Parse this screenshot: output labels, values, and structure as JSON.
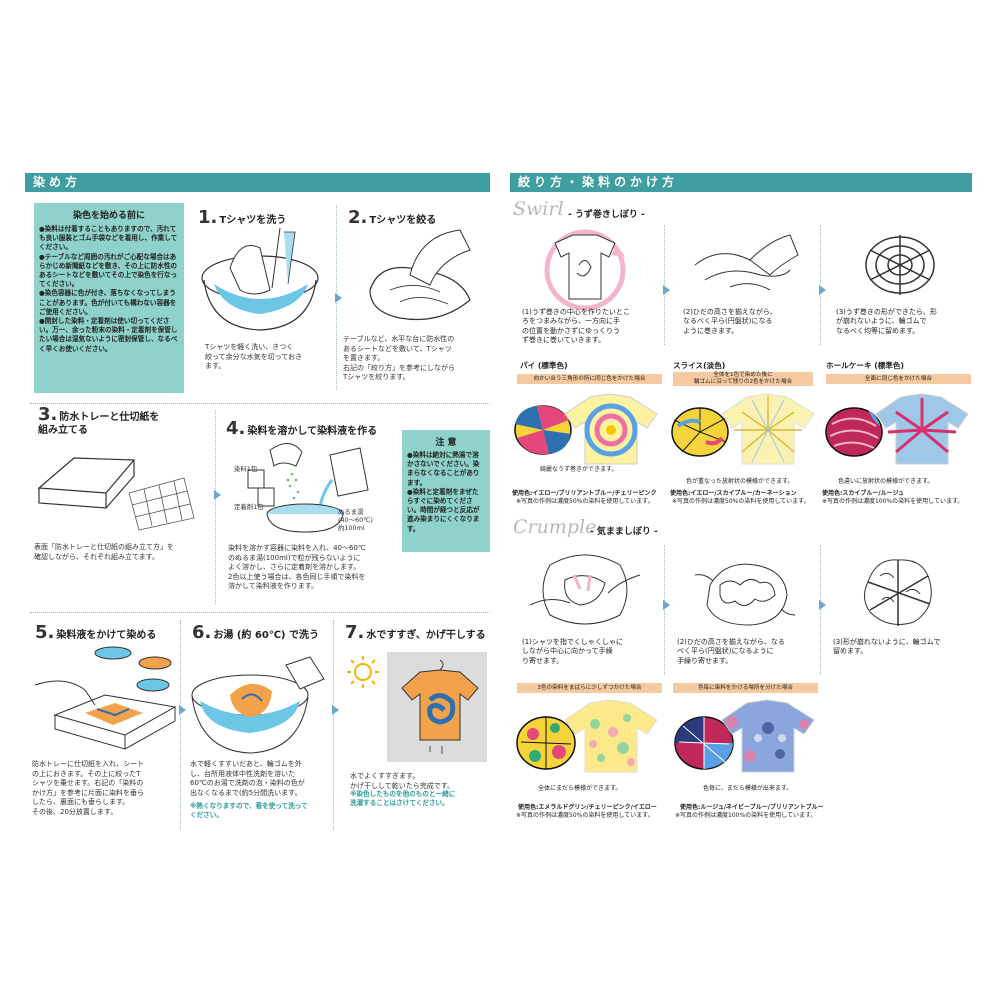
{
  "left": {
    "header": "染め方",
    "before_box": {
      "title": "染色を始める前に",
      "items": [
        "●染料は付着することもありますので、汚れても良い服装とゴム手袋などを着用し、作業してください。",
        "●テーブルなど周囲の汚れがご心配な場合はあらかじめ新聞紙などを敷き、その上に防水性のあるシートなどを敷いてその上で染色を行なってください。",
        "●染色容器に色が付き、落ちなくなってしまうことがあります。色が付いても構わない容器をご使用ください。",
        "●開封した染料・定着剤は使い切ってください。万一、余った粉末の染料・定着剤を保管したい場合は湿気ないように密封保管し、なるべく早くお使いください。"
      ]
    },
    "step1": {
      "num": "1.",
      "title": "Tシャツを洗う",
      "text": "Tシャツを軽く洗い、きつく\n絞って余分な水気を切っておき\nます。"
    },
    "step2": {
      "num": "2.",
      "title": "Tシャツを絞る",
      "text": "テーブルなど、水平な台に防水性の\nあるシートなどを敷いて、Tシャツ\nを置きます。\n右記の「絞り方」を参考にしながら\nTシャツを絞ります。"
    },
    "step3": {
      "num": "3.",
      "title": "防水トレーと仕切紙を\n組み立てる",
      "text": "表面「防水トレーと仕切紙の組み立て方」を\n確認しながら、それぞれ組み立てます。"
    },
    "step4": {
      "num": "4.",
      "title": "染料を溶かして染料液を作る",
      "label_dye": "染料1包",
      "label_fix": "定着剤1包",
      "label_water": "ぬるま湯\n(40〜60℃)\n約100ml",
      "text": "染料を溶かす容器に染料を入れ、40〜60℃\nのぬるま湯(100ml)で粒が残らないように\nよく溶かし、さらに定着剤を溶かします。\n2色以上使う場合は、各色同じ手順で染料を\n溶かして染料液を作ります。"
    },
    "caution": {
      "title": "注 意",
      "items": [
        "●染料は絶対に熱湯で溶かさないでください。染まらなくなることがあります。",
        "●染料と定着剤をまぜたらすぐに染めてください。時間が経つと反応が進み染まりにくくなります。"
      ]
    },
    "step5": {
      "num": "5.",
      "title": "染料液をかけて染める",
      "text": "防水トレーに仕切紙を入れ、シート\nの上におきます。その上に絞ったT\nシャツを乗せます。右記の「染料の\nかけ方」を参考に片面に染料を垂ら\nしたら、裏面にも垂らします。\nその後、20分放置します。"
    },
    "step6": {
      "num": "6.",
      "title": "お湯 (約 60℃) で洗う",
      "text": "水で軽くすすいだあと、輪ゴムを外\nし、台所用液体中性洗剤を溶いた\n60℃のお湯で洗剤の泡・染料の色が\n出なくなるまで(約5分間洗います。",
      "note": "※熱くなりますので、著を使って洗って\nください。"
    },
    "step7": {
      "num": "7.",
      "title": "水ですすぎ、かげ干しする",
      "text": "水でよくすすぎます。\nかげ干しして乾いたら完成です。",
      "note": "※染色したものを他のものと一緒に\n洗濯することはさけてください。"
    }
  },
  "right": {
    "header": "絞り方・染料のかけ方",
    "swirl": {
      "script": "Swirl",
      "subtitle": "- うず巻きしぼり -",
      "steps": [
        "(1)うず巻きの中心を作りたいとこ\nろをつまみながら、一方向に手\nの位置を動かさずにゆっくりう\nず巻きに巻いていきます。",
        "(2)ひだの高さを揃えながら、\nなるべく平ら(円盤状)になる\nように巻きます。",
        "(3)うず巻きの形ができたら、形\nが崩れないように、輪ゴムで\nなるべく均等に留めます。"
      ],
      "variants": [
        {
          "name": "パイ (標準色)",
          "pill": "向かい合う三角形の所に同じ色をかけた場合",
          "desc": "綺麗なうず巻きができます。",
          "colors": "使用色:イエロー/ブリリアントブルー/チェリーピンク",
          "note": "※写真の作例は濃度50%の染料を使用しています。"
        },
        {
          "name": "スライス(淡色)",
          "pill": "全体を1色で染めた後に\n輪ゴムに沿って残りの2色をかけた場合",
          "desc": "色が重なった放射状の模様ができます。",
          "colors": "使用色:イエロー/スカイブルー/カーネーション",
          "note": "※写真の作例は濃度50%の染料を使用しています。"
        },
        {
          "name": "ホールケーキ (標準色)",
          "pill": "全面に同じ色をかけた場合",
          "desc": "色違いに放射状の模様ができます。",
          "colors": "使用色:スカイブルー/ルージュ",
          "note": "※写真の作例は濃度100%の染料を使用しています。"
        }
      ]
    },
    "crumple": {
      "script": "Crumple",
      "subtitle": "- 気まましぼり -",
      "steps": [
        "(1)シャツを指でくしゃくしゃに\nしながら中心に向かって手繰\nり寄せます。",
        "(2)ひだの高さを揃えながら、なる\nべく平ら(円盤状)になるように\n手繰り寄せます。",
        "(3)形が崩れないように、輪ゴムで\n留めます。"
      ],
      "variants": [
        {
          "pill": "3色の染料をまばらに少しずつかけた場合",
          "desc": "全体にまだら模様ができます。",
          "colors": "使用色:エメラルドグリン/チェリーピンク/イエロー",
          "note": "※写真の作例は濃度50%の染料を使用しています。"
        },
        {
          "pill": "色毎に染料をかける場所を分けた場合",
          "desc": "色毎に、まだら模様が出来ます。",
          "colors": "使用色:ルージュ/ネイビーブルー/ブリリアントブルー",
          "note": "※写真の作例は濃度100%の染料を使用しています。"
        }
      ]
    }
  },
  "colors": {
    "teal": "#3e9ea0",
    "mint": "#8ed2cb",
    "peach": "#f6caa0",
    "arrow": "#6aa7d0"
  }
}
